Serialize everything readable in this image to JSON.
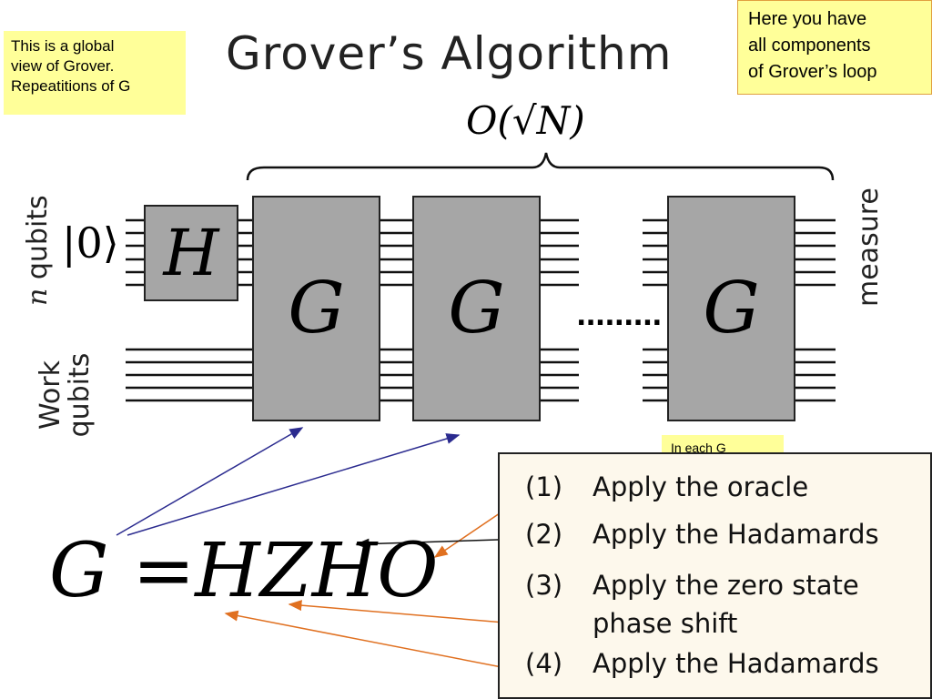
{
  "notes": {
    "left": "This is a global\nview of Grover.\nRepeatitions of G",
    "right": "Here you have\nall components\nof Grover’s loop",
    "each": "In each G"
  },
  "title": "Grover’s Algorithm",
  "complexity": "O(√N)",
  "gates": {
    "h": "H",
    "g1": "G",
    "g2": "G",
    "g3": "G"
  },
  "labels": {
    "n_qubits_var": "n",
    "n_qubits_word": " qubits",
    "ket_zero": "|0⟩",
    "work_qubits": "Work\nqubits",
    "measure": "measure",
    "dots": "........."
  },
  "equation": "G =HZHO",
  "steps": [
    {
      "num": "(1)",
      "text": "Apply the oracle",
      "cont": ""
    },
    {
      "num": "(2)",
      "text": "Apply the Hadamards",
      "cont": ""
    },
    {
      "num": "(3)",
      "text": "Apply the zero state",
      "cont": "phase shift"
    },
    {
      "num": "(4)",
      "text": "Apply the Hadamards",
      "cont": ""
    }
  ],
  "colors": {
    "gate_fill": "#a6a6a6",
    "note_fill": "#ffff99",
    "arrow_blue": "#2b2b8f",
    "arrow_orange": "#e07020",
    "steps_box_fill": "#fdf8ec"
  }
}
